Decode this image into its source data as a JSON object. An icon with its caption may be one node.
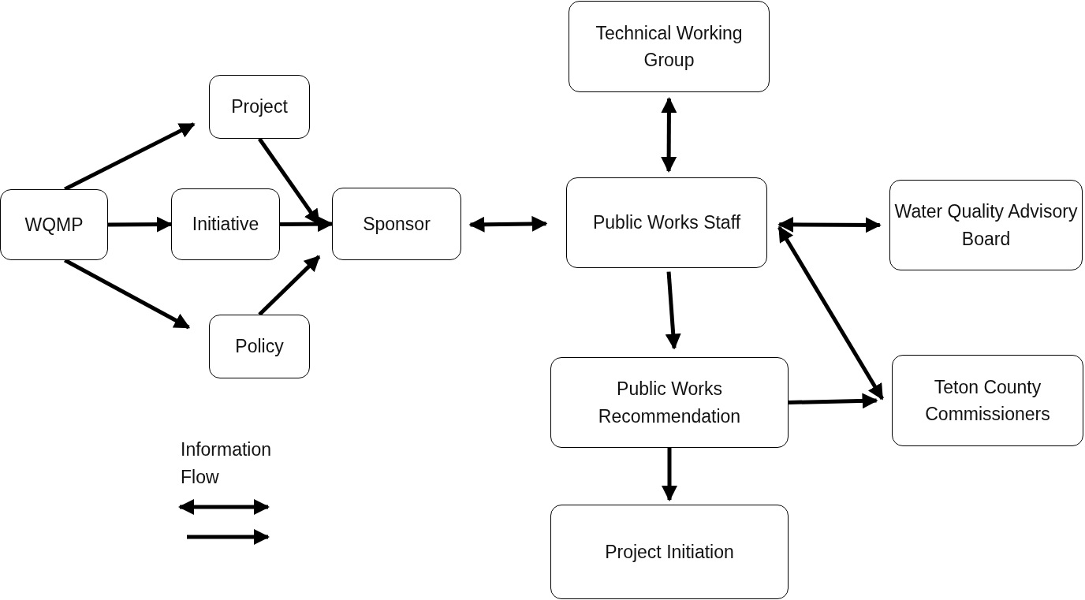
{
  "diagram": {
    "nodes": [
      {
        "text": [
          "WQMP"
        ]
      },
      {
        "text": [
          "Project"
        ]
      },
      {
        "text": [
          "Initiative"
        ]
      },
      {
        "text": [
          "Policy"
        ]
      },
      {
        "text": [
          "Sponsor"
        ]
      },
      {
        "text": [
          "Technical Working Group"
        ]
      },
      {
        "text": [
          "Public Works Staff"
        ]
      },
      {
        "text": [
          "Water Quality Advisory Board"
        ]
      },
      {
        "text": [
          "Public Works Recommendation"
        ]
      },
      {
        "text": [
          "Teton County Commissioners"
        ]
      },
      {
        "text": [
          "Project Initiation"
        ]
      }
    ],
    "edges": [
      {
        "from": 0,
        "to": 1,
        "arrow": "to"
      },
      {
        "from": 0,
        "to": 2,
        "arrow": "to"
      },
      {
        "from": 0,
        "to": 3,
        "arrow": "to"
      },
      {
        "from": 1,
        "to": 4,
        "arrow": "to"
      },
      {
        "from": 2,
        "to": 4,
        "arrow": "to"
      },
      {
        "from": 3,
        "to": 4,
        "arrow": "to"
      },
      {
        "from": 4,
        "to": 6,
        "arrow": "both"
      },
      {
        "from": 5,
        "to": 6,
        "arrow": "both"
      },
      {
        "from": 6,
        "to": 7,
        "arrow": "both"
      },
      {
        "from": 6,
        "to": 8,
        "arrow": "to"
      },
      {
        "from": 6,
        "to": 9,
        "arrow": "both"
      },
      {
        "from": 8,
        "to": 9,
        "arrow": "to"
      },
      {
        "from": 8,
        "to": 10,
        "arrow": "to"
      }
    ],
    "labels": [
      "Information Flow"
    ]
  }
}
